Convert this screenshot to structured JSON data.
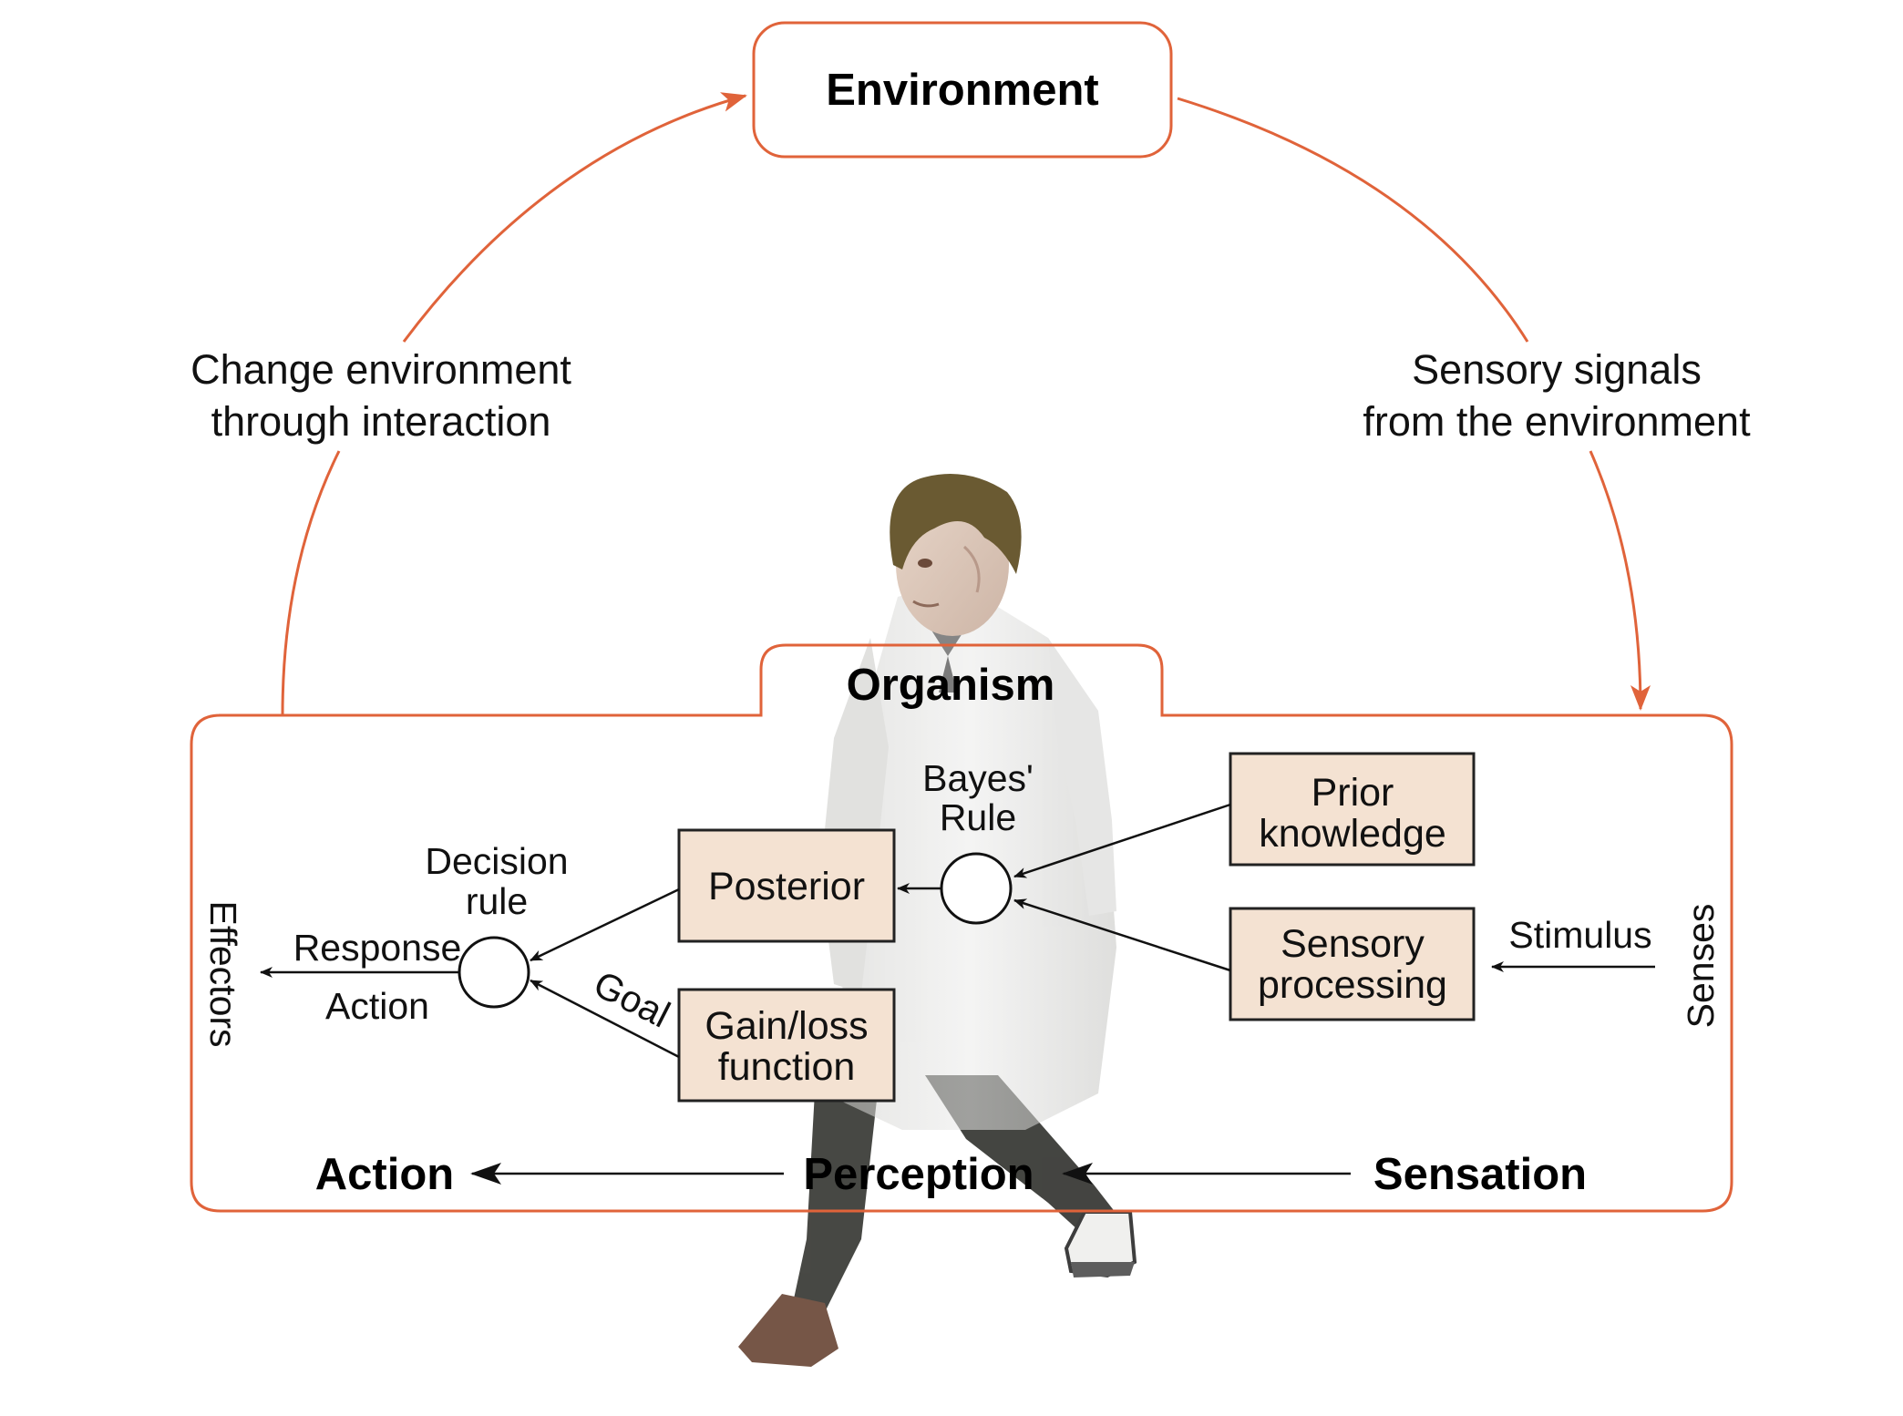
{
  "colors": {
    "frame": "#e0633a",
    "box_fill": "#f4e2d2",
    "box_stroke": "#222222",
    "arrow": "#111111",
    "figure_suit": "#d8d8d6",
    "figure_pants": "#3a3b38"
  },
  "environment": {
    "title": "Environment"
  },
  "loop": {
    "left_label_line1": "Change environment",
    "left_label_line2": "through interaction",
    "right_label_line1": "Sensory signals",
    "right_label_line2": "from the environment"
  },
  "organism": {
    "title": "Organism",
    "figure_icon": "walking-man-illustration"
  },
  "nodes": {
    "bayes_line1": "Bayes'",
    "bayes_line2": "Rule",
    "decision_line1": "Decision",
    "decision_line2": "rule",
    "prior_line1": "Prior",
    "prior_line2": "knowledge",
    "sensory_line1": "Sensory",
    "sensory_line2": "processing",
    "posterior": "Posterior",
    "gainloss_line1": "Gain/loss",
    "gainloss_line2": "function"
  },
  "edges": {
    "stimulus": "Stimulus",
    "response": "Response",
    "action": "Action",
    "goal": "Goal"
  },
  "sides": {
    "effectors": "Effectors",
    "senses": "Senses"
  },
  "stages": {
    "action": "Action",
    "perception": "Perception",
    "sensation": "Sensation"
  }
}
